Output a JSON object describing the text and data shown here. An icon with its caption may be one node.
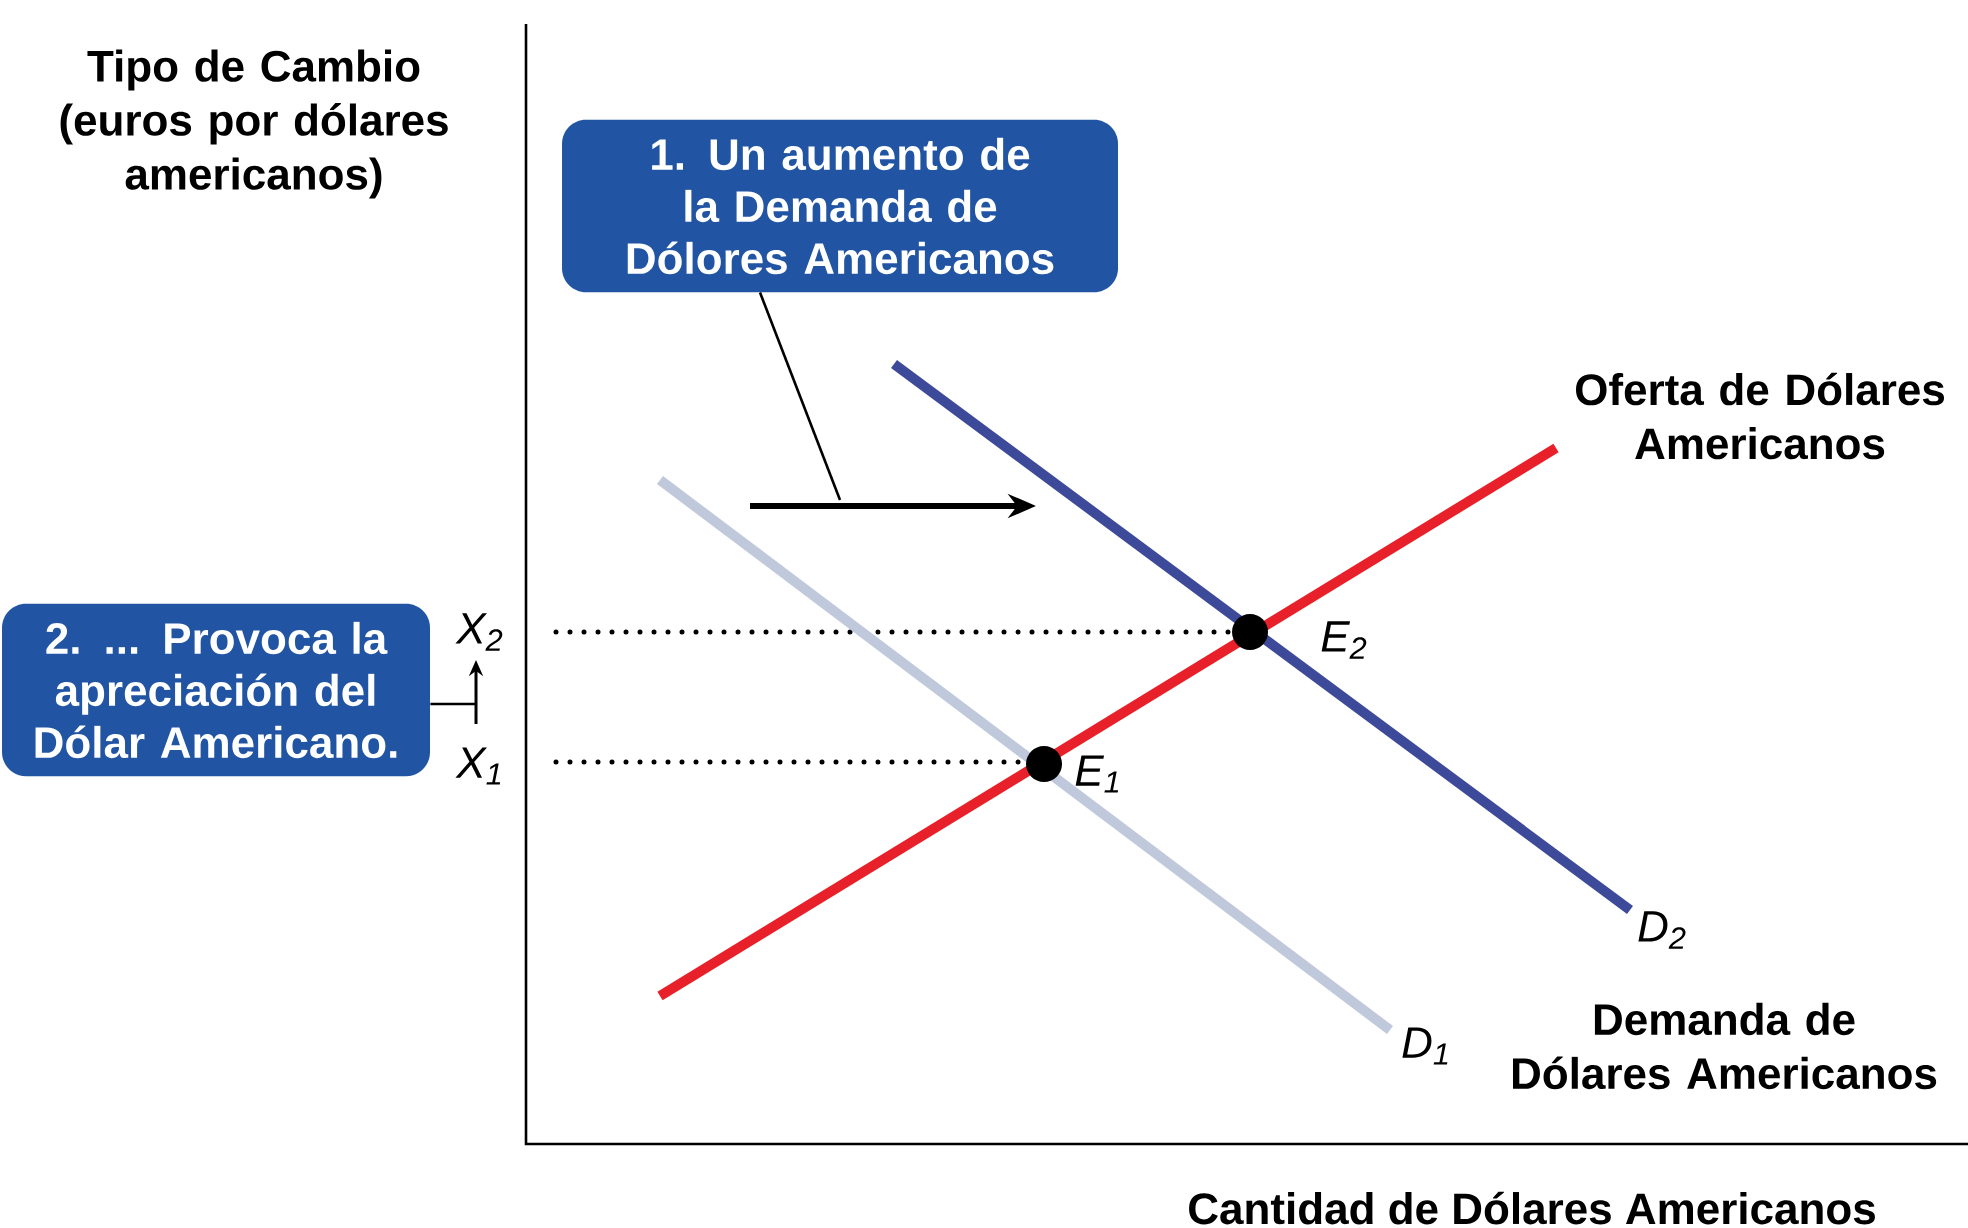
{
  "diagram": {
    "nodes": [
      {
        "text": [
          "1. Un aumento de la Demanda de Dólores Americanos"
        ]
      },
      {
        "text": [
          "2. ... Provoca la apreciación del Dólar Americano."
        ]
      }
    ],
    "edges": [
      {
        "from": 0,
        "to": null,
        "arrow": "none"
      },
      {
        "from": 1,
        "to": null,
        "arrow": "none"
      }
    ],
    "labels": [
      "Tipo de Cambio (euros por dólares americanos)",
      "Oferta de Dólares Americanos",
      "X$_{2}$",
      "E$_{2}$",
      "X$_{1}$",
      "E$_{1}$",
      "D$_{2}$",
      "Demanda de Dólares Americanos",
      "D$_{1}$",
      "Cantidad de Dólares Americanos"
    ]
  }
}
